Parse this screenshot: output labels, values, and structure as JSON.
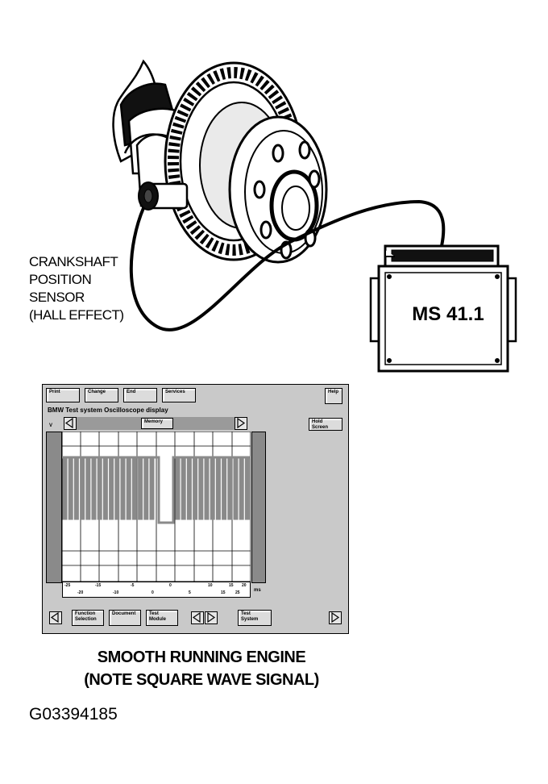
{
  "sensor_label": {
    "line1": "CRANKSHAFT",
    "line2": "POSITION",
    "line3": "SENSOR",
    "line4": "(HALL EFFECT)"
  },
  "ecu_label": "MS 41.1",
  "oscilloscope": {
    "top_buttons": [
      "Print",
      "Change",
      "End",
      "Services"
    ],
    "help_button": "Help",
    "title": "BMW  Test system  Oscilloscope display",
    "axis_unit_left": "V",
    "memory_button": "Memory",
    "hold_button": "Hold Screen",
    "x_ticks_upper": [
      "-25",
      "-15",
      "-5",
      "0",
      "10",
      "15",
      "20"
    ],
    "x_ticks_lower": [
      "-20",
      "-10",
      "0",
      "5",
      "15",
      "25"
    ],
    "x_unit": "ms",
    "bottom_buttons": [
      "Function Selection",
      "Document",
      "Test Module",
      "Test System"
    ]
  },
  "caption": {
    "line1": "SMOOTH RUNNING ENGINE",
    "line2": "(NOTE SQUARE WAVE SIGNAL)"
  },
  "figure_id": "G03394185"
}
